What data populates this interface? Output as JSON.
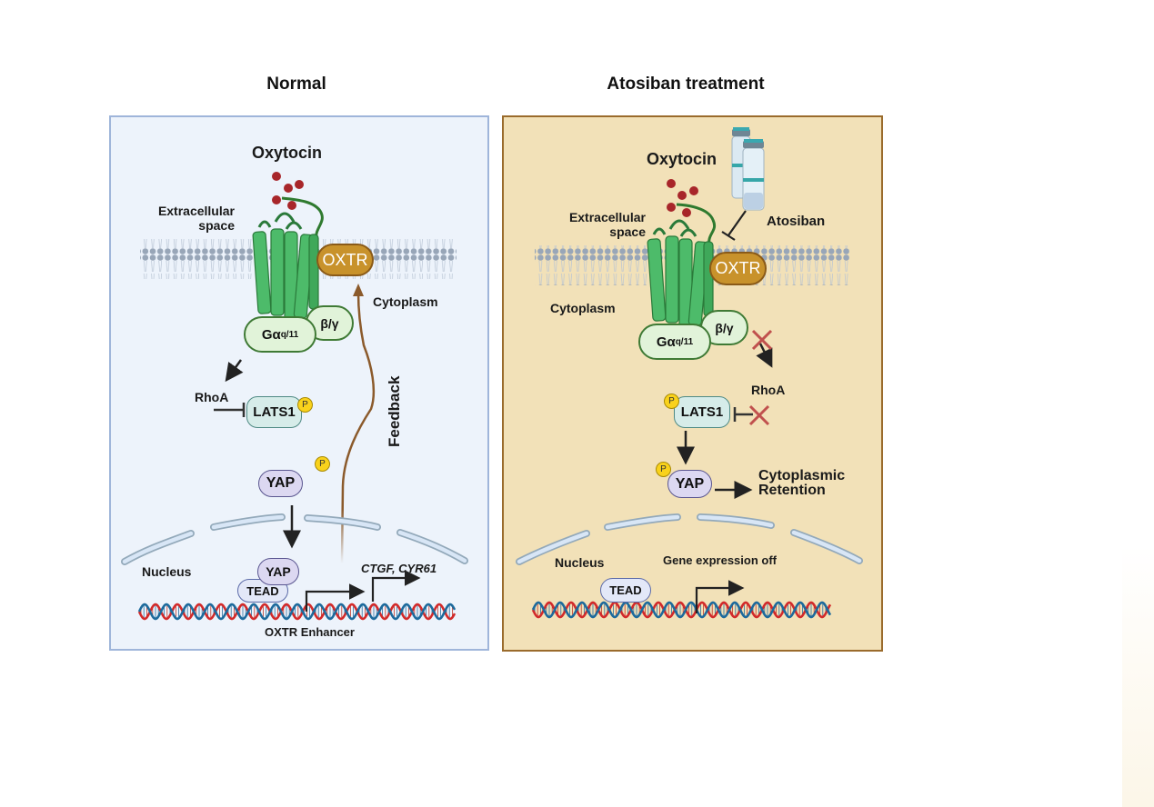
{
  "figure": {
    "panels": [
      {
        "id": "normal",
        "title": "Normal",
        "ligand": "Oxytocin",
        "receptor": "OXTR",
        "extracellular_label_line1": "Extracellular",
        "extracellular_label_line2": "space",
        "cytoplasm_label": "Cytoplasm",
        "g_alpha": "Gα",
        "g_alpha_sub": "q/11",
        "beta_gamma": "β/γ",
        "rhoa": "RhoA",
        "lats1": "LATS1",
        "phospho": "P",
        "yap": "YAP",
        "yap_nuclear": "YAP",
        "tead": "TEAD",
        "nucleus_label": "Nucleus",
        "target_genes": "CTGF, CYR61",
        "enhancer_label": "OXTR Enhancer",
        "feedback_label": "Feedback",
        "colors": {
          "background": "#edf3fb",
          "border": "#9fb5da",
          "feedback_arrow": "#8b5a2b"
        }
      },
      {
        "id": "atosiban",
        "title": "Atosiban treatment",
        "ligand": "Oxytocin",
        "drug": "Atosiban",
        "receptor": "OXTR",
        "extracellular_label_line1": "Extracellular",
        "extracellular_label_line2": "space",
        "cytoplasm_label": "Cytoplasm",
        "g_alpha": "Gα",
        "g_alpha_sub": "q/11",
        "beta_gamma": "β/γ",
        "rhoa": "RhoA",
        "lats1": "LATS1",
        "phospho": "P",
        "yap": "YAP",
        "outcome_line1": "Cytoplasmic",
        "outcome_line2": "Retention",
        "tead": "TEAD",
        "nucleus_label": "Nucleus",
        "gene_status": "Gene expression off",
        "colors": {
          "background": "#f2e1b8",
          "border": "#9a6b2c",
          "block_mark": "#c0504d"
        }
      }
    ]
  }
}
